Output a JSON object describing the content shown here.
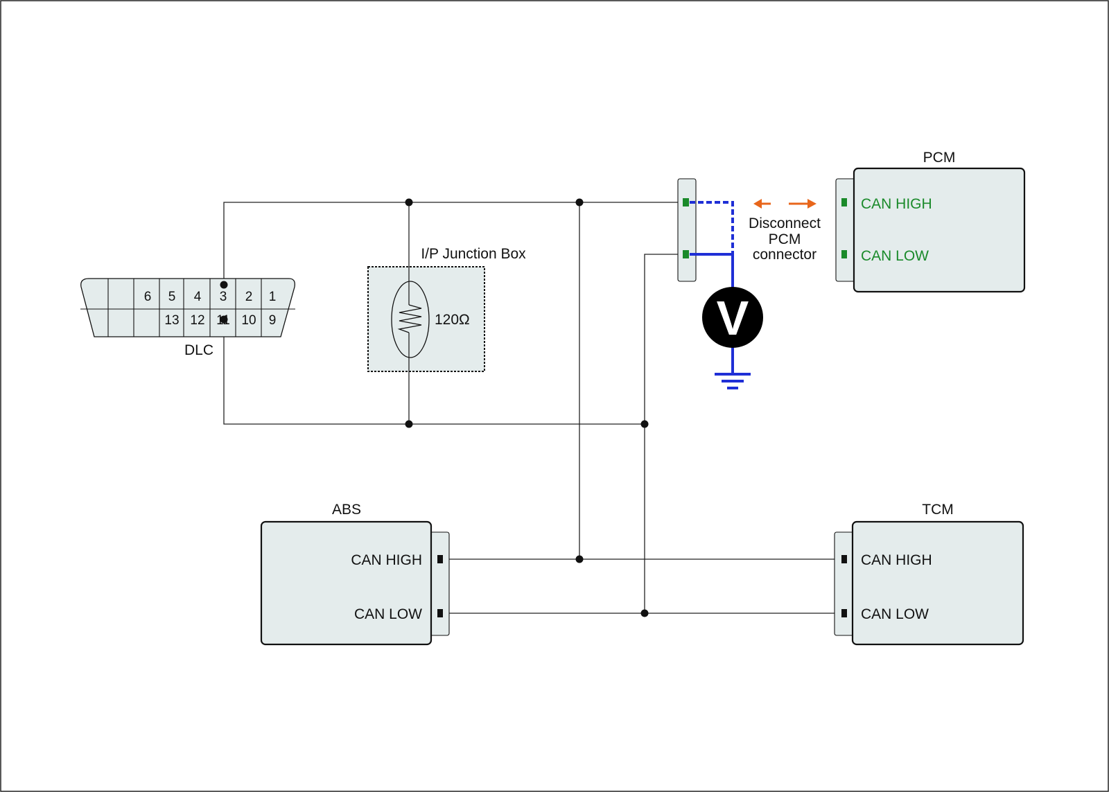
{
  "dlc": {
    "label": "DLC",
    "pins_top": [
      "6",
      "5",
      "4",
      "3",
      "2",
      "1"
    ],
    "pins_bottom": [
      "13",
      "12",
      "11",
      "10",
      "9"
    ]
  },
  "junction_box": {
    "label": "I/P Junction Box",
    "resistor_value": "120Ω"
  },
  "pcm": {
    "label": "PCM",
    "can_high": "CAN HIGH",
    "can_low": "CAN LOW"
  },
  "abs": {
    "label": "ABS",
    "can_high": "CAN HIGH",
    "can_low": "CAN LOW"
  },
  "tcm": {
    "label": "TCM",
    "can_high": "CAN HIGH",
    "can_low": "CAN LOW"
  },
  "note": {
    "line1": "Disconnect",
    "line2": "PCM",
    "line3": "connector"
  },
  "voltmeter": {
    "symbol": "V"
  },
  "colors": {
    "probe_wire": "#1f2fd6",
    "disconnect_arrow": "#e8661b",
    "pcm_text": "#1a8a2a",
    "box_fill": "#e4ecec"
  }
}
